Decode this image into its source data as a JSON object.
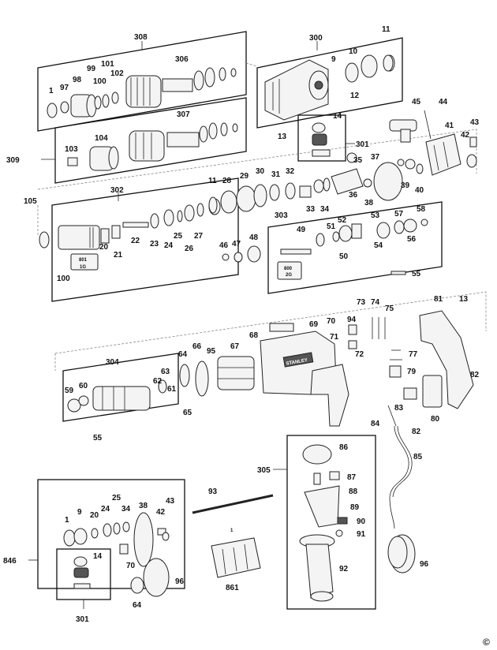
{
  "assemblies": {
    "a308": "308",
    "a300": "300",
    "a309": "309",
    "a301": "301",
    "a302": "302",
    "a303": "303",
    "a304": "304",
    "a305": "305",
    "a846": "846",
    "a301b": "301"
  },
  "parts": {
    "p1": "1",
    "p97": "97",
    "p98": "98",
    "p99": "99",
    "p100": "100",
    "p101": "101",
    "p102": "102",
    "p306": "306",
    "p9": "9",
    "p10": "10",
    "p11": "11",
    "p12": "12",
    "p307": "307",
    "p103": "103",
    "p104": "104",
    "p13": "13",
    "p14": "14",
    "p45": "45",
    "p44": "44",
    "p41": "41",
    "p43": "43",
    "p42": "42",
    "p35": "35",
    "p37": "37",
    "p36": "36",
    "p38": "38",
    "p39": "39",
    "p40": "40",
    "p105": "105",
    "p11b": "11",
    "p28": "28",
    "p29": "29",
    "p30": "30",
    "p31": "31",
    "p32": "32",
    "p33": "33",
    "p34": "34",
    "p20": "20",
    "p21": "21",
    "p22": "22",
    "p23": "23",
    "p24": "24",
    "p25": "25",
    "p26": "26",
    "p27": "27",
    "p100b": "100",
    "p46": "46",
    "p47": "47",
    "p48": "48",
    "p49": "49",
    "p51": "51",
    "p52": "52",
    "p50": "50",
    "p53": "53",
    "p54": "54",
    "p57": "57",
    "p58": "58",
    "p56": "56",
    "p55": "55",
    "p73": "73",
    "p74": "74",
    "p75": "75",
    "p81": "81",
    "p13b": "13",
    "p70": "70",
    "p94": "94",
    "p69": "69",
    "p68": "68",
    "p71": "71",
    "p72": "72",
    "p77": "77",
    "p79": "79",
    "p82": "82",
    "p66": "66",
    "p64": "64",
    "p95": "95",
    "p67": "67",
    "p63": "63",
    "p59": "59",
    "p60": "60",
    "p62": "62",
    "p61": "61",
    "p65": "65",
    "p55b": "55",
    "p83": "83",
    "p80": "80",
    "p84": "84",
    "p82b": "82",
    "p85": "85",
    "p86": "86",
    "p87": "87",
    "p88": "88",
    "p89": "89",
    "p90": "90",
    "p91": "91",
    "p92": "92",
    "p93": "93",
    "p96": "96",
    "k1": "1",
    "k9": "9",
    "k20": "20",
    "k24": "24",
    "k25": "25",
    "k34": "34",
    "k38": "38",
    "k43": "43",
    "k42": "42",
    "k14": "14",
    "k70": "70",
    "k96": "96",
    "k64": "64",
    "k861": "861",
    "k1small": "1"
  },
  "codes": {
    "c801": "801",
    "c1g": "1G",
    "c800": "800",
    "c2g": "2G"
  },
  "brand": {
    "logo": "STANLEY"
  },
  "copyright": "©"
}
